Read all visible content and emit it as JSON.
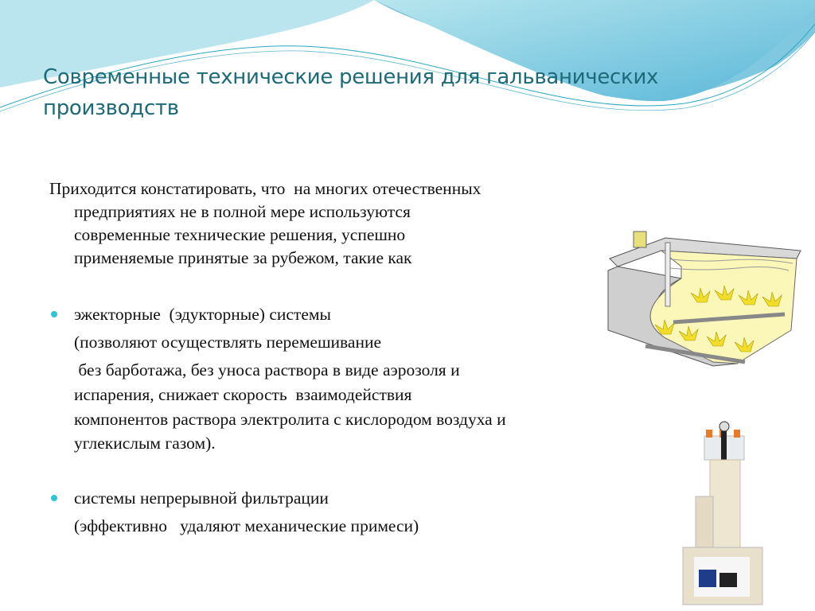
{
  "slide": {
    "title_line1": "Современные технические решения для гальванических",
    "title_line2": "производств",
    "intro_lines": [
      "Приходится констатировать, что  на многих отечественных",
      "предприятиях не в полной мере используются",
      "современные технические решения, успешно",
      "применяемые принятые за рубежом, такие как"
    ],
    "bullets": [
      {
        "heading": "эжекторные  (эдукторные) системы",
        "lines": [
          "(позволяют осуществлять перемешивание",
          " без барботажа, без уноса раствора в виде аэрозоля и",
          "испарения, снижает скорость  взаимодействия",
          "компонентов раствора электролита с кислородом воздуха и",
          "углекислым газом)."
        ]
      },
      {
        "heading": "системы непрерывной фильтрации",
        "lines": [
          "(эффективно   удаляют механические примеси)"
        ]
      }
    ],
    "colors": {
      "title": "#1d6a78",
      "bullet": "#2fc3d6",
      "wave": "#5cc9dd"
    }
  }
}
